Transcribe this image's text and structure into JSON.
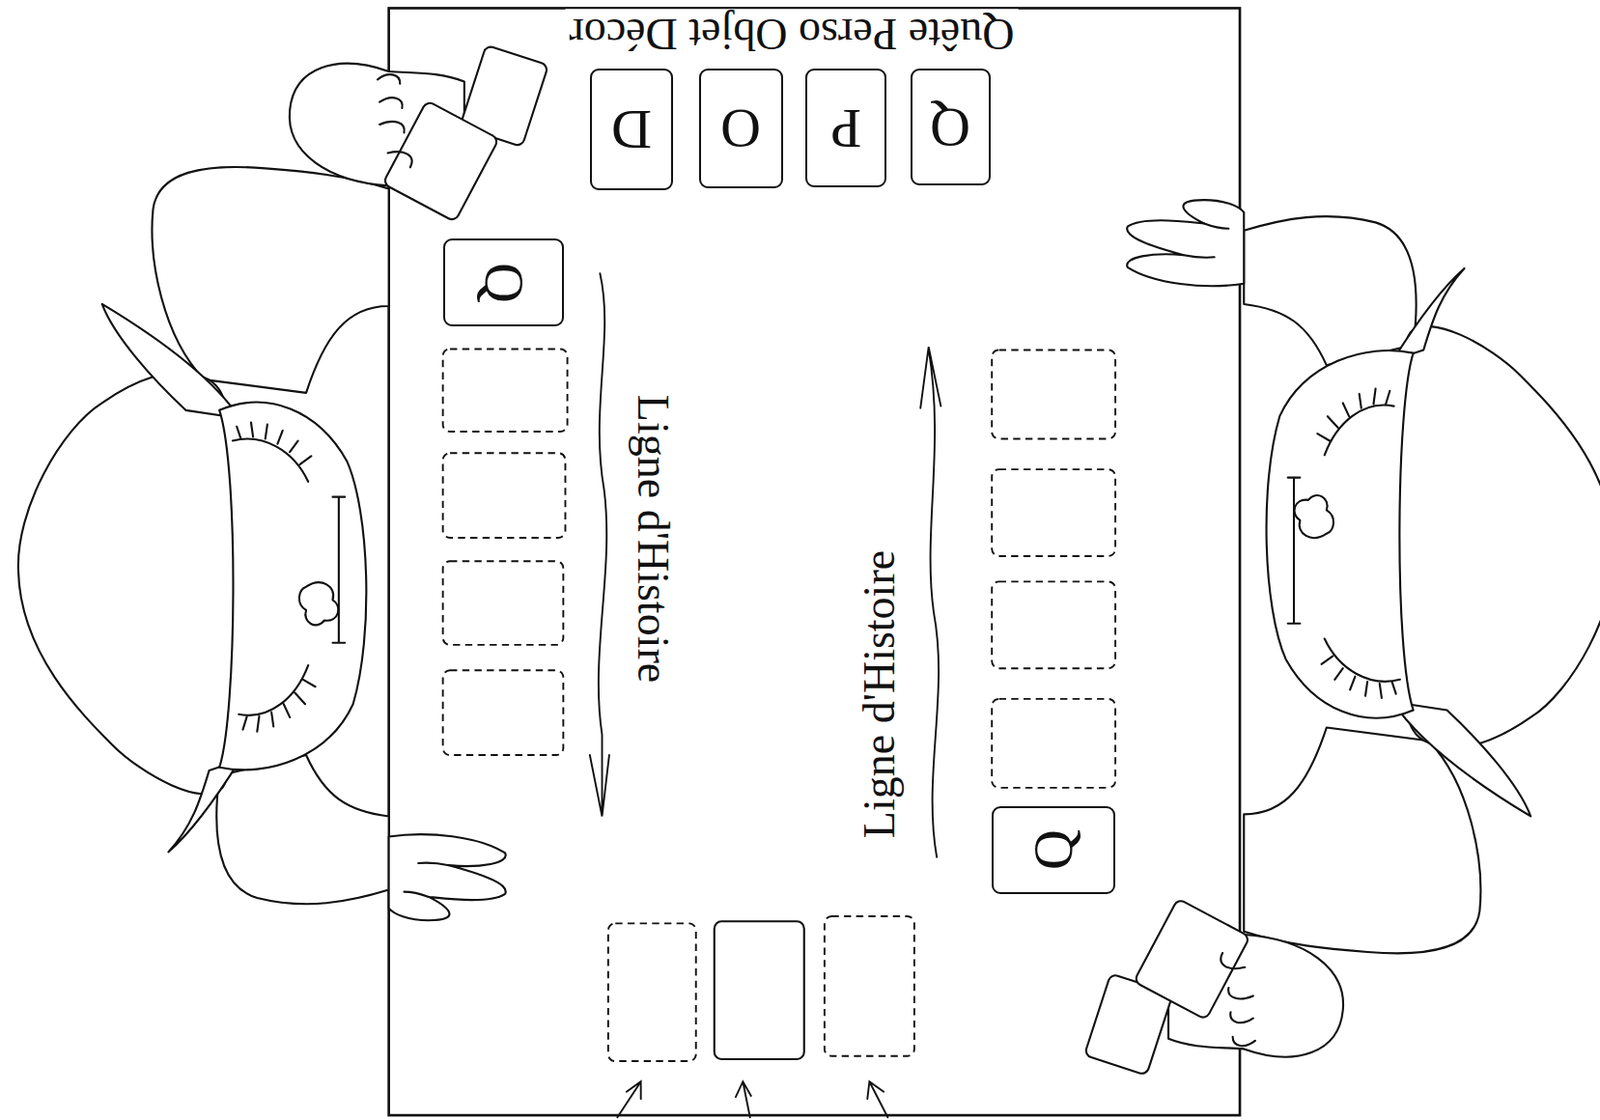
{
  "diagram": {
    "nodes": [
      {
        "text": [
          "D"
        ]
      },
      {
        "text": [
          "O"
        ]
      },
      {
        "text": [
          "P"
        ]
      },
      {
        "text": [
          "Q"
        ]
      },
      {
        "text": [
          "Q"
        ]
      },
      {
        "text": [
          "Q"
        ]
      }
    ],
    "labels": [
      "Quête Perso Objet Décor",
      "Ligne d'Histoire",
      "Ligne d'Histoire"
    ]
  }
}
